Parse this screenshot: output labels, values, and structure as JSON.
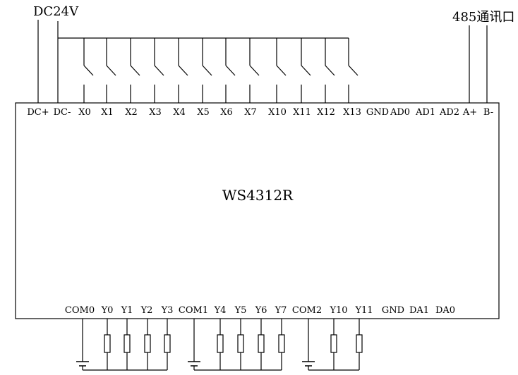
{
  "supply_label": "DC24V",
  "comm_label": "485通讯口",
  "module_name": "WS4312R",
  "top_terminals": [
    "DC+",
    "DC-",
    "X0",
    "X1",
    "X2",
    "X3",
    "X4",
    "X5",
    "X6",
    "X7",
    "X10",
    "X11",
    "X12",
    "X13",
    "GND",
    "AD0",
    "AD1",
    "AD2",
    "A+",
    "B-"
  ],
  "bottom_terminals": [
    "COM0",
    "Y0",
    "Y1",
    "Y2",
    "Y3",
    "COM1",
    "Y4",
    "Y5",
    "Y6",
    "Y7",
    "COM2",
    "Y10",
    "Y11",
    "GND",
    "DA1",
    "DA0"
  ],
  "input_switches": [
    "X0",
    "X1",
    "X2",
    "X3",
    "X4",
    "X5",
    "X6",
    "X7",
    "X10",
    "X11",
    "X12",
    "X13"
  ],
  "output_groups": [
    {
      "common": "COM0",
      "outputs": [
        "Y0",
        "Y1",
        "Y2",
        "Y3"
      ]
    },
    {
      "common": "COM1",
      "outputs": [
        "Y4",
        "Y5",
        "Y6",
        "Y7"
      ]
    },
    {
      "common": "COM2",
      "outputs": [
        "Y10",
        "Y11"
      ]
    }
  ]
}
